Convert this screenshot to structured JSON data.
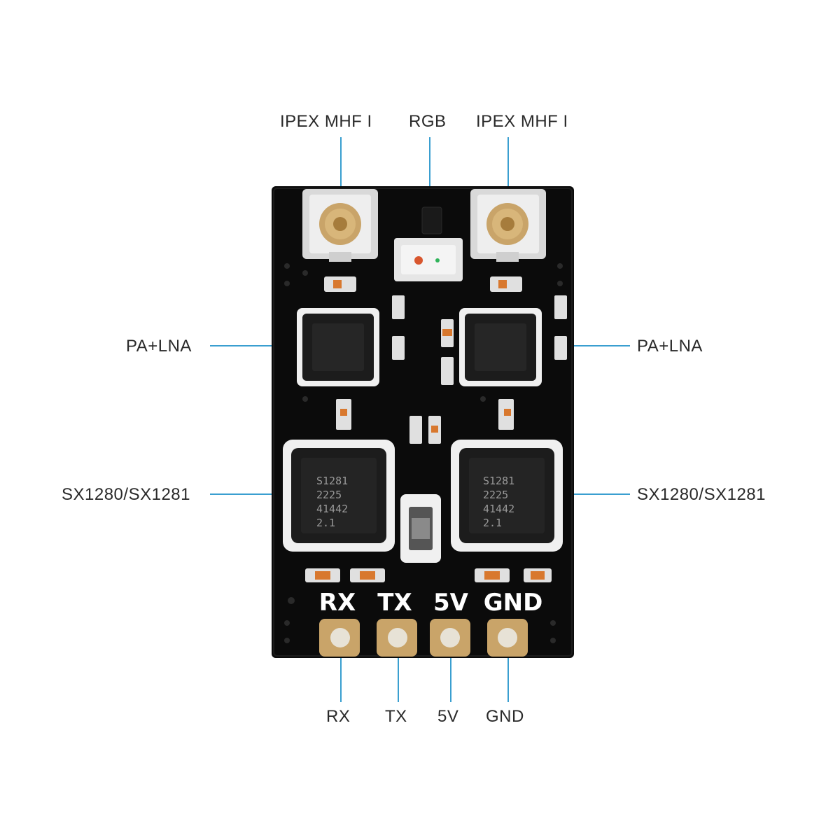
{
  "labels": {
    "top_left_connector": "IPEX MHF I",
    "top_rgb": "RGB",
    "top_right_connector": "IPEX MHF I",
    "left_pa": "PA+LNA",
    "right_pa": "PA+LNA",
    "left_chip": "SX1280/SX1281",
    "right_chip": "SX1280/SX1281",
    "bottom_rx": "RX",
    "bottom_tx": "TX",
    "bottom_5v": "5V",
    "bottom_gnd": "GND"
  },
  "board": {
    "silkscreen_pins": [
      "RX",
      "TX",
      "5V",
      "GND"
    ],
    "chip_marking_left": [
      "S1281",
      "2225",
      "41442",
      "2.1"
    ],
    "chip_marking_right": [
      "S1281",
      "2225",
      "41442",
      "2.1"
    ]
  },
  "colors": {
    "board": "#0b0b0b",
    "leader_line": "#3a9fd0",
    "pad_gold": "#c9a469",
    "silkscreen": "#ffffff"
  }
}
